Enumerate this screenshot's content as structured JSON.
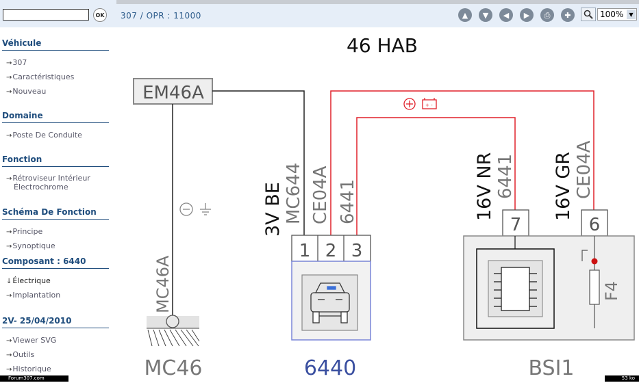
{
  "toolbar": {
    "search_value": "",
    "ok_label": "OK",
    "breadcrumb": "307  /  OPR : 11000",
    "zoom_value": "100%",
    "buttons": [
      {
        "name": "up-icon",
        "glyph": "▲"
      },
      {
        "name": "down-icon",
        "glyph": "▼"
      },
      {
        "name": "left-icon",
        "glyph": "◀"
      },
      {
        "name": "right-icon",
        "glyph": "▶"
      },
      {
        "name": "print-icon",
        "glyph": "⎙"
      },
      {
        "name": "add-icon",
        "glyph": "✚"
      }
    ]
  },
  "sidebar": {
    "sections": [
      {
        "title": "Véhicule",
        "items": [
          "307",
          "Caractéristiques",
          "Nouveau"
        ]
      },
      {
        "title": "Domaine",
        "items": [
          "Poste De Conduite"
        ]
      },
      {
        "title": "Fonction",
        "items": [
          "Rétroviseur Intérieur Électrochrome"
        ]
      },
      {
        "title": "Schéma De Fonction",
        "items": [
          "Principe",
          "Synoptique"
        ]
      },
      {
        "title": "Composant : 6440",
        "items": [
          "Électrique",
          "Implantation"
        ]
      },
      {
        "title": "2V- 25/04/2010",
        "items": [
          "Viewer SVG",
          "Outils",
          "Historique"
        ]
      }
    ],
    "fonction_item_line1": "Rétroviseur Intérieur",
    "fonction_item_line2": "Électrochrome"
  },
  "diagram": {
    "title": "46 HAB",
    "em46a": "EM46A",
    "mc46a": "MC46A",
    "mc46": "MC46",
    "c6440": "6440",
    "bsi1": "BSI1",
    "pin1_label_a": "3V BE",
    "pin1_label_b": "MC644",
    "pin2_label": "CE04A",
    "pin3_label": "6441",
    "pin7_label_a": "16V NR",
    "pin7_label_b": "6441",
    "pin6_label_a": "16V GR",
    "pin6_label_b": "CE04A",
    "pins_6440": [
      "1",
      "2",
      "3"
    ],
    "pin_7": "7",
    "pin_6": "6",
    "fuse": "F4",
    "colors": {
      "wire_black": "#222222",
      "wire_red": "#e0202a",
      "component_blue": "#7a86d8",
      "label_blue": "#3a4fa0",
      "gray": "#888888"
    }
  },
  "footer": {
    "left": "Forum307.com",
    "right": "53 ko"
  }
}
